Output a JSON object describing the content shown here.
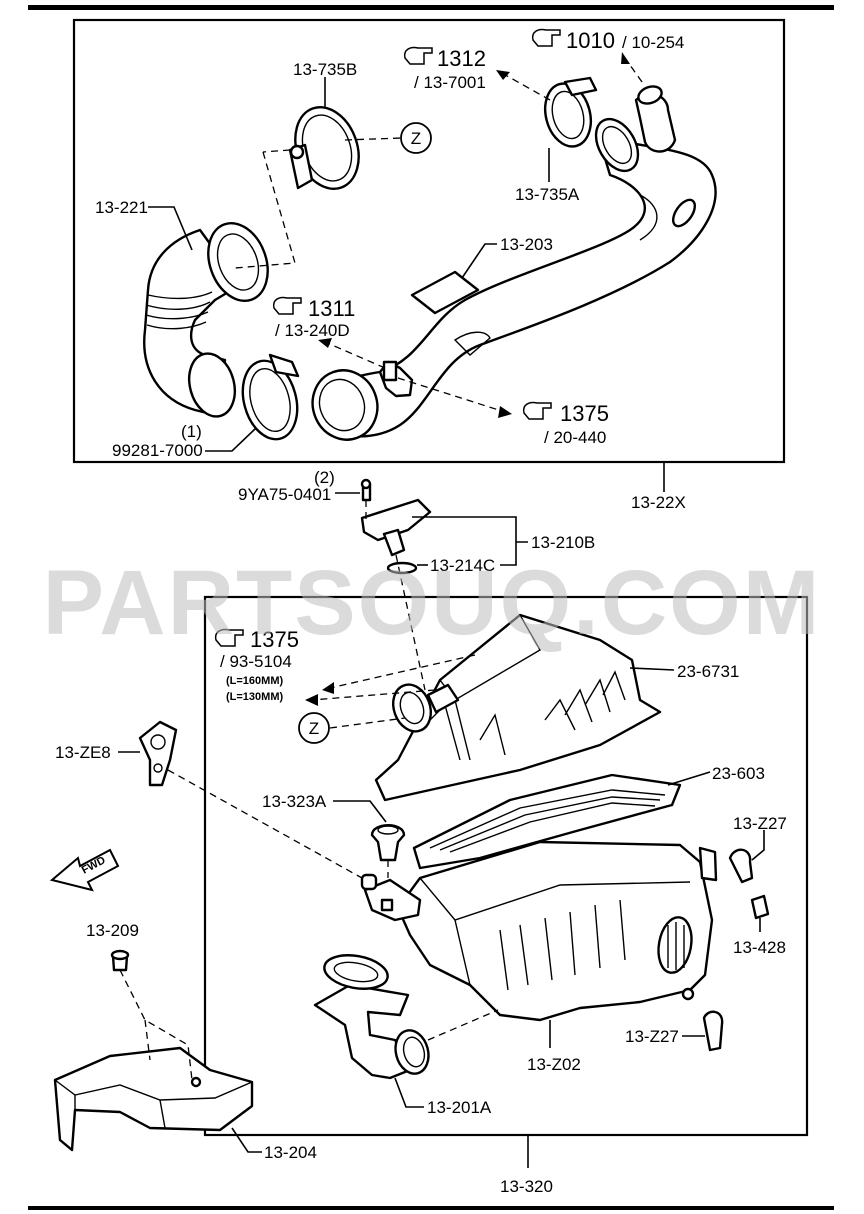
{
  "watermark": "PARTSOUQ.COM",
  "markers": {
    "z_top": "Z",
    "z_bottom": "Z",
    "fwd": "FWD"
  },
  "refs": {
    "r1312": {
      "num": "1312",
      "sub": "/ 13-7001"
    },
    "r1010": {
      "num": "1010",
      "sub": "/ 10-254"
    },
    "r1311": {
      "num": "1311",
      "sub": "/ 13-240D"
    },
    "r1375a": {
      "num": "1375",
      "sub": "/ 20-440"
    },
    "r1375b": {
      "num": "1375",
      "sub": "/ 93-5104",
      "l1": "(L=160MM)",
      "l2": "(L=130MM)"
    }
  },
  "labels": {
    "p13_735B": "13-735B",
    "p13_221": "13-221",
    "p13_735A": "13-735A",
    "p13_203": "13-203",
    "p99281_qty": "(1)",
    "p99281": "99281-7000",
    "p13_22X": "13-22X",
    "p9YA75_qty": "(2)",
    "p9YA75": "9YA75-0401",
    "p13_210B": "13-210B",
    "p13_214C": "13-214C",
    "p23_6731": "23-6731",
    "p13_ZE8": "13-ZE8",
    "p23_603": "23-603",
    "p13_323A": "13-323A",
    "p13_Z27a": "13-Z27",
    "p13_428": "13-428",
    "p13_209": "13-209",
    "p13_Z27b": "13-Z27",
    "p13_Z02": "13-Z02",
    "p13_201A": "13-201A",
    "p13_204": "13-204",
    "p13_320": "13-320"
  },
  "icons": {
    "reference": "pointing-hand-icon",
    "direction": "fwd-arrow-icon"
  },
  "colors": {
    "line": "#000000",
    "background": "#ffffff",
    "watermark": "#bdbdbd"
  }
}
